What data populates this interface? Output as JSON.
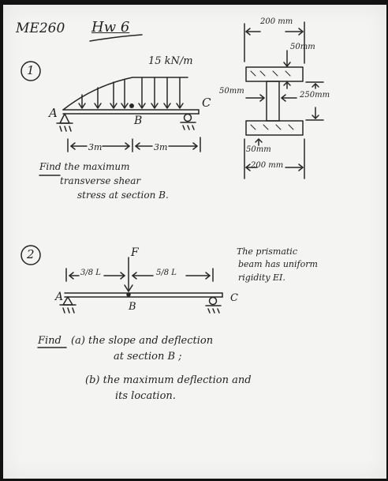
{
  "header": {
    "course": "ME260",
    "assignment": "Hw 6"
  },
  "problem1": {
    "number": "1",
    "load_label": "15 kN/m",
    "point_a": "A",
    "point_b": "B",
    "point_c": "C",
    "span_ab": "3m",
    "span_bc": "3m",
    "dim_top_width": "200 mm",
    "dim_flange_thickness": "50mm",
    "dim_web_thickness": "50mm",
    "dim_web_height": "250mm",
    "dim_bottom_thickness": "50mm",
    "dim_bottom_width": "200 mm",
    "task_line1": "Find the maximum",
    "task_line2": "transverse shear",
    "task_line3": "stress at section B."
  },
  "problem2": {
    "number": "2",
    "force_label": "F",
    "dim_left": "3/8 L",
    "dim_right": "5/8 L",
    "point_a": "A",
    "point_b": "B",
    "point_c": "C",
    "note_line1": "The prismatic",
    "note_line2": "beam has uniform",
    "note_line3": "rigidity EI.",
    "task_find": "Find",
    "task_a_line1": "(a) the slope and deflection",
    "task_a_line2": "at section B ;",
    "task_b_line1": "(b) the maximum deflection and",
    "task_b_line2": "its location."
  }
}
